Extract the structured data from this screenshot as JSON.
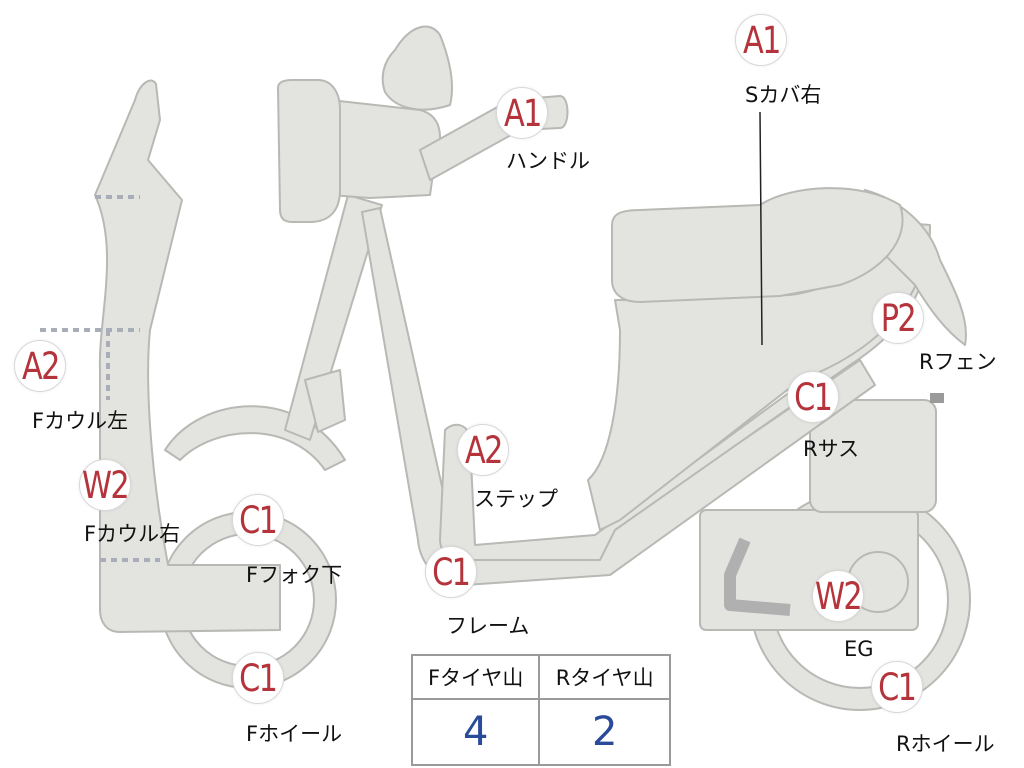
{
  "colors": {
    "body_fill": "#e3e4e0",
    "body_stroke": "#b8b9b4",
    "marker_text": "#b5343c",
    "value_text": "#2a4a9a"
  },
  "markers": [
    {
      "code": "A1",
      "label": "Sカバ右"
    },
    {
      "code": "A1",
      "label": "ハンドル"
    },
    {
      "code": "A2",
      "label": "Fカウル左"
    },
    {
      "code": "W2",
      "label": "Fカウル右"
    },
    {
      "code": "C1",
      "label": "Fフォク下"
    },
    {
      "code": "C1",
      "label": "Fホイール"
    },
    {
      "code": "A2",
      "label": "ステップ"
    },
    {
      "code": "C1",
      "label": "フレーム"
    },
    {
      "code": "P2",
      "label": "Rフェン"
    },
    {
      "code": "C1",
      "label": "Rサス"
    },
    {
      "code": "W2",
      "label": "EG"
    },
    {
      "code": "C1",
      "label": "Rホイール"
    }
  ],
  "tire_table": {
    "headers": [
      "Fタイヤ山",
      "Rタイヤ山"
    ],
    "values": [
      "4",
      "2"
    ]
  }
}
